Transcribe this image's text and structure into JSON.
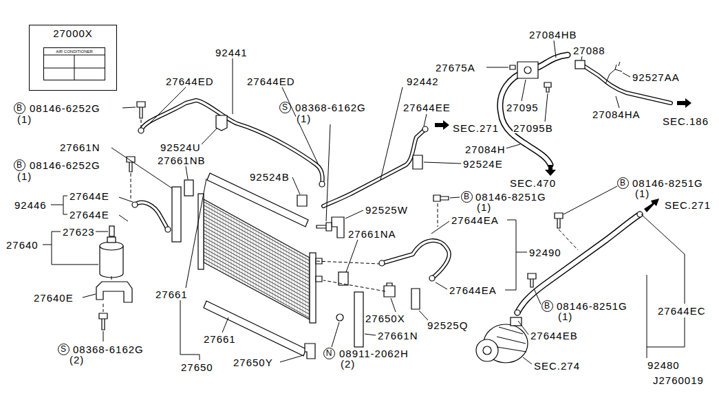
{
  "diagram": {
    "nodes": [
      {
        "text": [
          "27000X"
        ]
      },
      {
        "text": [
          "AIR CONDITIONER"
        ],
        "in": 0
      },
      {
        "text": [
          "B"
        ]
      },
      {
        "text": [
          "S"
        ]
      },
      {
        "text": [
          "B"
        ]
      },
      {
        "text": [
          "B"
        ]
      },
      {
        "text": [
          "B"
        ]
      },
      {
        "text": [
          "B"
        ]
      },
      {
        "text": [
          "S"
        ]
      },
      {
        "text": [
          "N"
        ]
      }
    ],
    "labels": [
      "92441",
      "27084HB",
      "27088",
      "27675A",
      "92527AA",
      "92442",
      "27644ED",
      "27644ED",
      "08146-6252G",
      "(1)",
      "08368-6162G",
      "(1)",
      "27644EE",
      "27095",
      "27084HA",
      "SEC.186",
      "SEC.271",
      "27095B",
      "27661N",
      "92524U",
      "27661NB",
      "27084H",
      "08146-6252G",
      "(1)",
      "92524E",
      "92524B",
      "SEC.470",
      "08146-8251G",
      "(1)",
      "08146-8251G",
      "(1)",
      "27644E",
      "92446",
      "SEC.271",
      "92525W",
      "27644E",
      "27644EA",
      "27623",
      "27661NA",
      "27640",
      "92490",
      "27644EA",
      "27661",
      "27640E",
      "08146-8251G",
      "(1)",
      "27644EC",
      "27650X",
      "92525Q",
      "27644EB",
      "27661N",
      "27661",
      "08368-6162G",
      "(2)",
      "08911-2062H",
      "(2)",
      "27650Y",
      "SEC.274",
      "27650",
      "92480",
      "J2760019"
    ]
  }
}
